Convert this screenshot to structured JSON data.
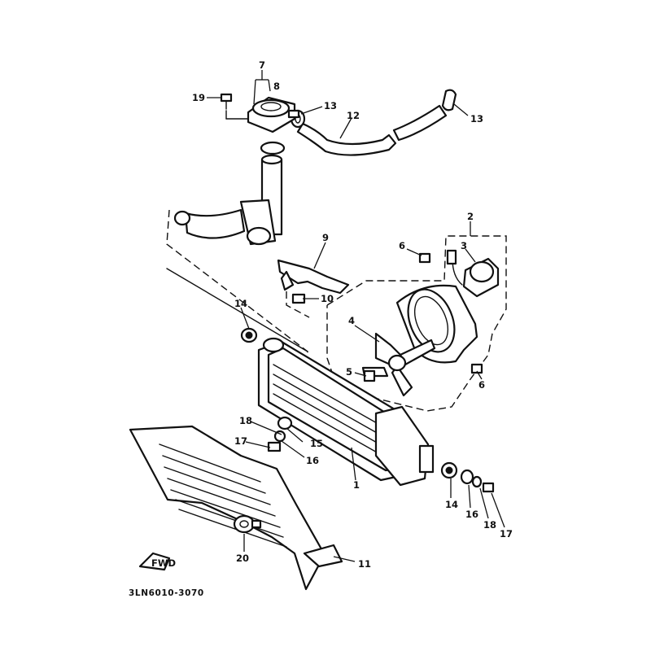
{
  "callouts": {
    "c1": "1",
    "c2": "2",
    "c3": "3",
    "c4": "4",
    "c5": "5",
    "c6a": "6",
    "c6b": "6",
    "c7": "7",
    "c8": "8",
    "c9": "9",
    "c10": "10",
    "c11": "11",
    "c12": "12",
    "c13a": "13",
    "c13b": "13",
    "c14a": "14",
    "c14b": "14",
    "c15": "15",
    "c16a": "16",
    "c16b": "16",
    "c17a": "17",
    "c17b": "17",
    "c18a": "18",
    "c18b": "18",
    "c19": "19",
    "c20": "20"
  },
  "fwd_label": "FWD",
  "diagram_code": "3LN6010-3070"
}
